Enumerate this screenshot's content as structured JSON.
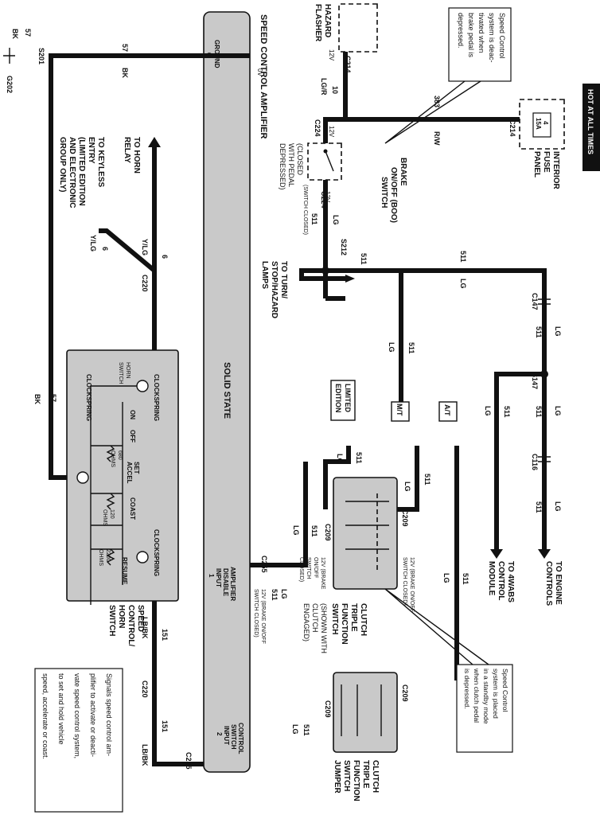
{
  "header": {
    "hot_label": "HOT AT ALL TIMES"
  },
  "components": {
    "interior_fuse_panel": [
      "INTERIOR",
      "FUSE",
      "PANEL"
    ],
    "fuse_value": "15A",
    "fuse_number": "4",
    "hazard_flasher": [
      "HAZARD",
      "FLASHER"
    ],
    "boo_switch": [
      "BRAKE",
      "ON/OFF (BOO)",
      "SWITCH"
    ],
    "boo_state": [
      "(CLOSED",
      "WITH PEDAL",
      "DEPRESSED)"
    ],
    "speed_amp": "SPEED CONTROL AMPLIFIER",
    "solid_state": "SOLID STATE",
    "ground_pin": [
      "GROUND",
      "6"
    ],
    "disable_pin": [
      "AMPLIFIER",
      "DISABLE",
      "INPUT",
      "1"
    ],
    "control_pin": [
      "CONTROL",
      "SWITCH",
      "INPUT",
      "2"
    ],
    "clutch_switch": [
      "CLUTCH",
      "TRIPLE",
      "FUNCTION",
      "SWITCH"
    ],
    "clutch_state": [
      "(SHOWN WITH",
      "CLUTCH",
      "ENGAGED)"
    ],
    "clutch_jumper": [
      "CLUTCH",
      "TRIPLE",
      "FUNCTION",
      "SWITCH",
      "JUMPER"
    ],
    "horn_switch": [
      "SPEED",
      "CONTROL/",
      "HORN",
      "SWITCH"
    ],
    "limited_edition": [
      "LIMITED",
      "EDITION"
    ],
    "mt": "M/T",
    "at": "A/T"
  },
  "destinations": {
    "engine": [
      "TO ENGINE",
      "CONTROLS"
    ],
    "abs": [
      "TO 4WABS",
      "CONTROL",
      "MODULE"
    ],
    "turn": [
      "TO TURN/",
      "STOP/HAZARD",
      "LAMPS"
    ],
    "horn_relay": [
      "TO HORN",
      "RELAY"
    ],
    "keyless": [
      "TO KEYLESS",
      "ENTRY",
      "(LIMITED EDITION",
      "AND ELECTRONIC",
      "GROUP ONLY)"
    ]
  },
  "connectors": {
    "c214": "C214",
    "c224": "C224",
    "s212": "S212",
    "c147": "C147",
    "s147": "S147",
    "c116": "C116",
    "c209": "C209",
    "c255": "C255",
    "c220": "C220",
    "s201": "S201",
    "g202": "G202"
  },
  "wires": {
    "w383": "383",
    "rw": "R/W",
    "w10": "10",
    "lgr": "LG/R",
    "w511": "511",
    "lg": "LG",
    "w6": "6",
    "ylg": "Y/LG",
    "w57": "57",
    "bk": "BK",
    "w151": "151",
    "lbbk": "LB/BK"
  },
  "voltages": {
    "v12": "12V",
    "v0": "0V",
    "switch_closed": "(SWITCH CLOSED)",
    "brake_on": [
      "12V (BRAKE ON/OFF",
      "SWITCH CLOSED)"
    ],
    "brake_onoff_switch": [
      "12V (BRAKE",
      "ON/OFF",
      "SWITCH",
      "CLOSED)"
    ]
  },
  "horn_internal": {
    "clockspring": "CLOCKSPRING",
    "horn_sw": [
      "HORN",
      "SWITCH"
    ],
    "on": "ON",
    "off": "OFF",
    "set_accel": [
      "SET",
      "ACCEL"
    ],
    "coast": "COAST",
    "resume": "RESUME",
    "r680": [
      "680",
      "OHMS"
    ],
    "r120": [
      "120",
      "OHMS"
    ],
    "r2200": [
      "2200",
      "OHMS"
    ]
  },
  "notes": {
    "boo_note": [
      "Speed Control",
      "system is deac-",
      "tivated when",
      "brake pedal is",
      "depressed."
    ],
    "clutch_note": [
      "Speed Control",
      "system is placed",
      "in a standby mode",
      "when clutch pedal",
      "is depressed."
    ],
    "horn_note": [
      "Signals speed control am-",
      "plifier to activate or deacti-",
      "vate speed control system,",
      "to set and hold vehicle",
      "speed, accelerate or coast."
    ]
  }
}
